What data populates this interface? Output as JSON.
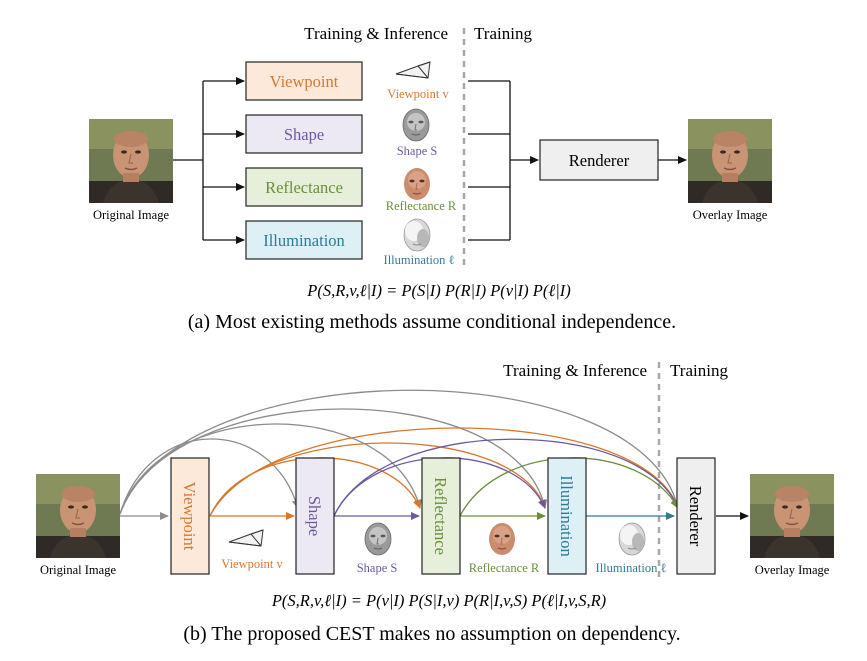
{
  "colors": {
    "viewpoint": "#d9782c",
    "viewpoint_fill": "#fde9da",
    "shape": "#6c5aa0",
    "shape_fill": "#ece8f4",
    "reflectance": "#6b8f3a",
    "reflectance_fill": "#e6efd9",
    "illumination": "#2e7b96",
    "illumination_fill": "#dcf0f5",
    "renderer_fill": "#efefef",
    "dash": "#a8a8a8",
    "gray_curve": "#8c8c8c"
  },
  "panel_a": {
    "header_left": "Training & Inference",
    "header_right": "Training",
    "input_caption": "Original Image",
    "output_caption": "Overlay Image",
    "boxes": {
      "viewpoint": "Viewpoint",
      "shape": "Shape",
      "reflectance": "Reflectance",
      "illumination": "Illumination",
      "renderer": "Renderer"
    },
    "outputs": {
      "viewpoint": "Viewpoint v",
      "shape": "Shape S",
      "reflectance": "Reflectance R",
      "illumination": "Illumination ℓ"
    },
    "equation": "P(S,R,v,ℓ|I) = P(S|I) P(R|I) P(v|I) P(ℓ|I)",
    "caption": "(a) Most existing methods assume conditional independence."
  },
  "panel_b": {
    "header_left": "Training & Inference",
    "header_right": "Training",
    "input_caption": "Original Image",
    "output_caption": "Overlay Image",
    "boxes": {
      "viewpoint": "Viewpoint",
      "shape": "Shape",
      "reflectance": "Reflectance",
      "illumination": "Illumination",
      "renderer": "Renderer"
    },
    "outputs": {
      "viewpoint": "Viewpoint v",
      "shape": "Shape S",
      "reflectance": "Reflectance R",
      "illumination": "Illumination ℓ"
    },
    "equation": "P(S,R,v,ℓ|I) = P(v|I) P(S|I,v) P(R|I,v,S) P(ℓ|I,v,S,R)",
    "caption": "(b) The proposed CEST makes no assumption on dependency."
  }
}
